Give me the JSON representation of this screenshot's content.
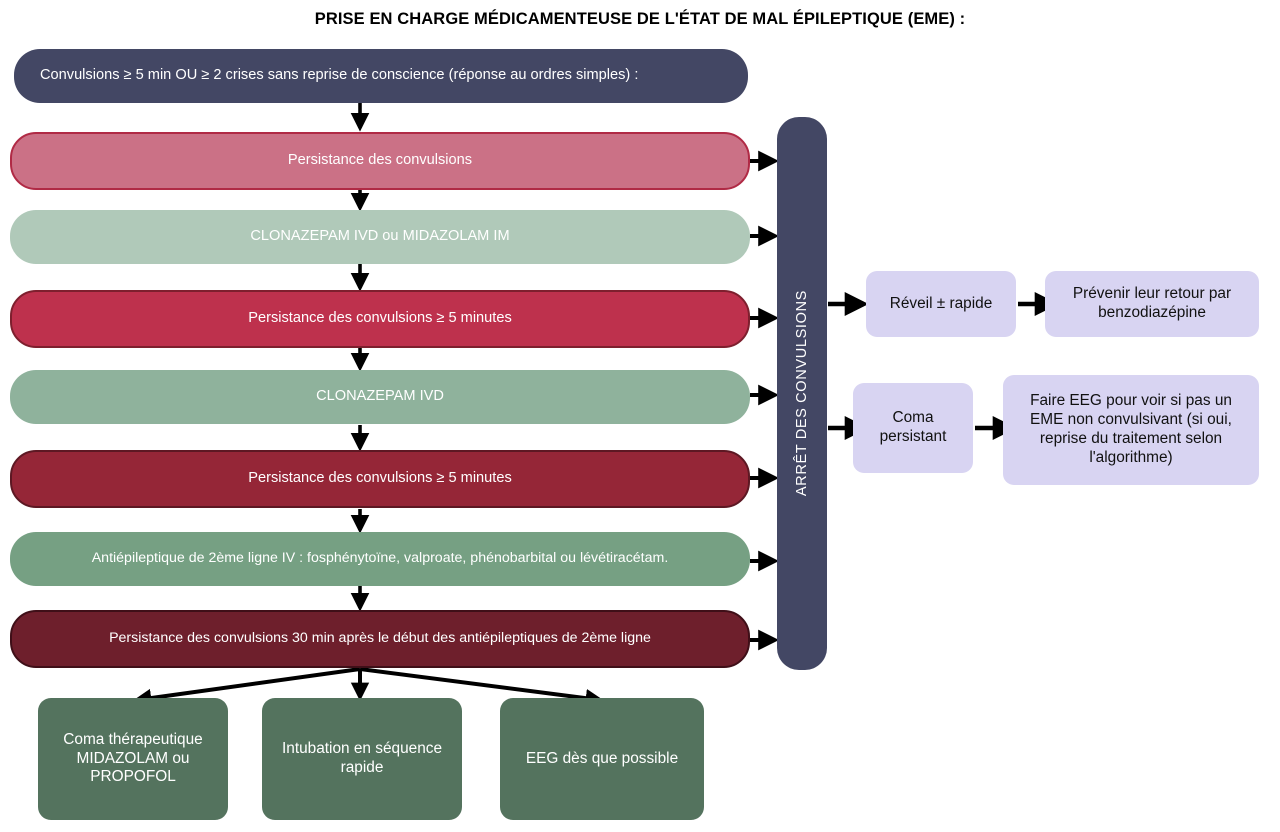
{
  "title": "PRISE EN CHARGE MÉDICAMENTEUSE DE L'ÉTAT DE MAL ÉPILEPTIQUE (EME) :",
  "colors": {
    "navy": "#434764",
    "pink_light": "#cb7186",
    "pink_border": "#b02a45",
    "crimson": "#be314d",
    "crimson_border": "#7e1f2e",
    "dark_red": "#952637",
    "dark_red_border": "#5d1823",
    "maroon": "#6e1f2c",
    "maroon_border": "#3f0f18",
    "green_light": "#b0c9b9",
    "green_mid": "#8fb29c",
    "green_deep": "#76a083",
    "green_dark": "#54735e",
    "lavender": "#d8d4f2",
    "arrow": "#000000",
    "text_light": "#ffffff",
    "text_dark": "#111111",
    "background": "#ffffff"
  },
  "spine": {
    "intake": "Convulsions ≥ 5 min OU ≥ 2 crises sans reprise de conscience (réponse au ordres simples) :",
    "steps": [
      {
        "label": "Persistance des convulsions",
        "kind": "status",
        "shade": "pink_light"
      },
      {
        "label": "CLONAZEPAM IVD ou MIDAZOLAM IM",
        "kind": "treatment",
        "shade": "green_light"
      },
      {
        "label": "Persistance des convulsions ≥ 5 minutes",
        "kind": "status",
        "shade": "crimson"
      },
      {
        "label": "CLONAZEPAM IVD",
        "kind": "treatment",
        "shade": "green_mid"
      },
      {
        "label": "Persistance des convulsions ≥ 5 minutes",
        "kind": "status",
        "shade": "dark_red"
      },
      {
        "label": "Antiépileptique de 2ème ligne IV : fosphénytoïne, valproate, phénobarbital ou lévétiracétam.",
        "kind": "treatment",
        "shade": "green_deep"
      },
      {
        "label": "Persistance des convulsions 30 min après le début des antiépileptiques de 2ème ligne",
        "kind": "status",
        "shade": "maroon"
      }
    ]
  },
  "vertical_bar": {
    "label": "ARRÊT DES CONVULSIONS"
  },
  "outcomes": [
    {
      "trigger": "Réveil ± rapide",
      "action": "Prévenir leur retour par benzodiazépine"
    },
    {
      "trigger": "Coma persistant",
      "action": "Faire EEG pour voir si pas un EME non convulsivant (si oui, reprise du traitement selon l'algorithme)"
    }
  ],
  "refractory_actions": [
    "Coma thérapeutique MIDAZOLAM ou PROPOFOL",
    "Intubation en séquence rapide",
    "EEG dès que possible"
  ]
}
